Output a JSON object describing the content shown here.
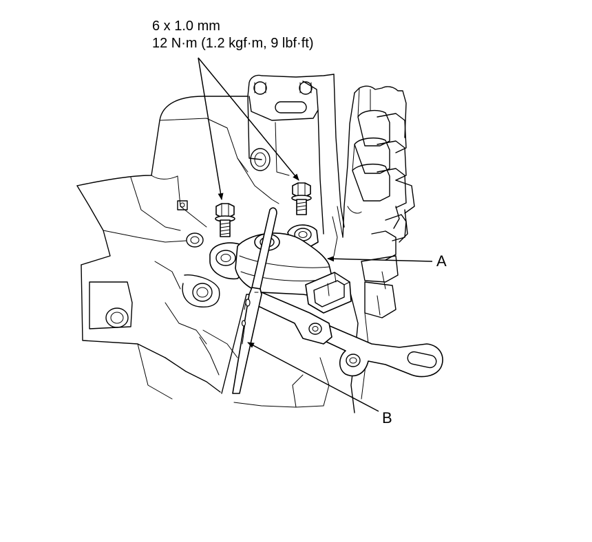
{
  "figure": {
    "bolt_spec": {
      "size": "6 x 1.0 mm",
      "torque": "12 N·m (1.2 kgf·m, 9 lbf·ft)"
    },
    "callouts": {
      "a": "A",
      "b": "B"
    }
  }
}
